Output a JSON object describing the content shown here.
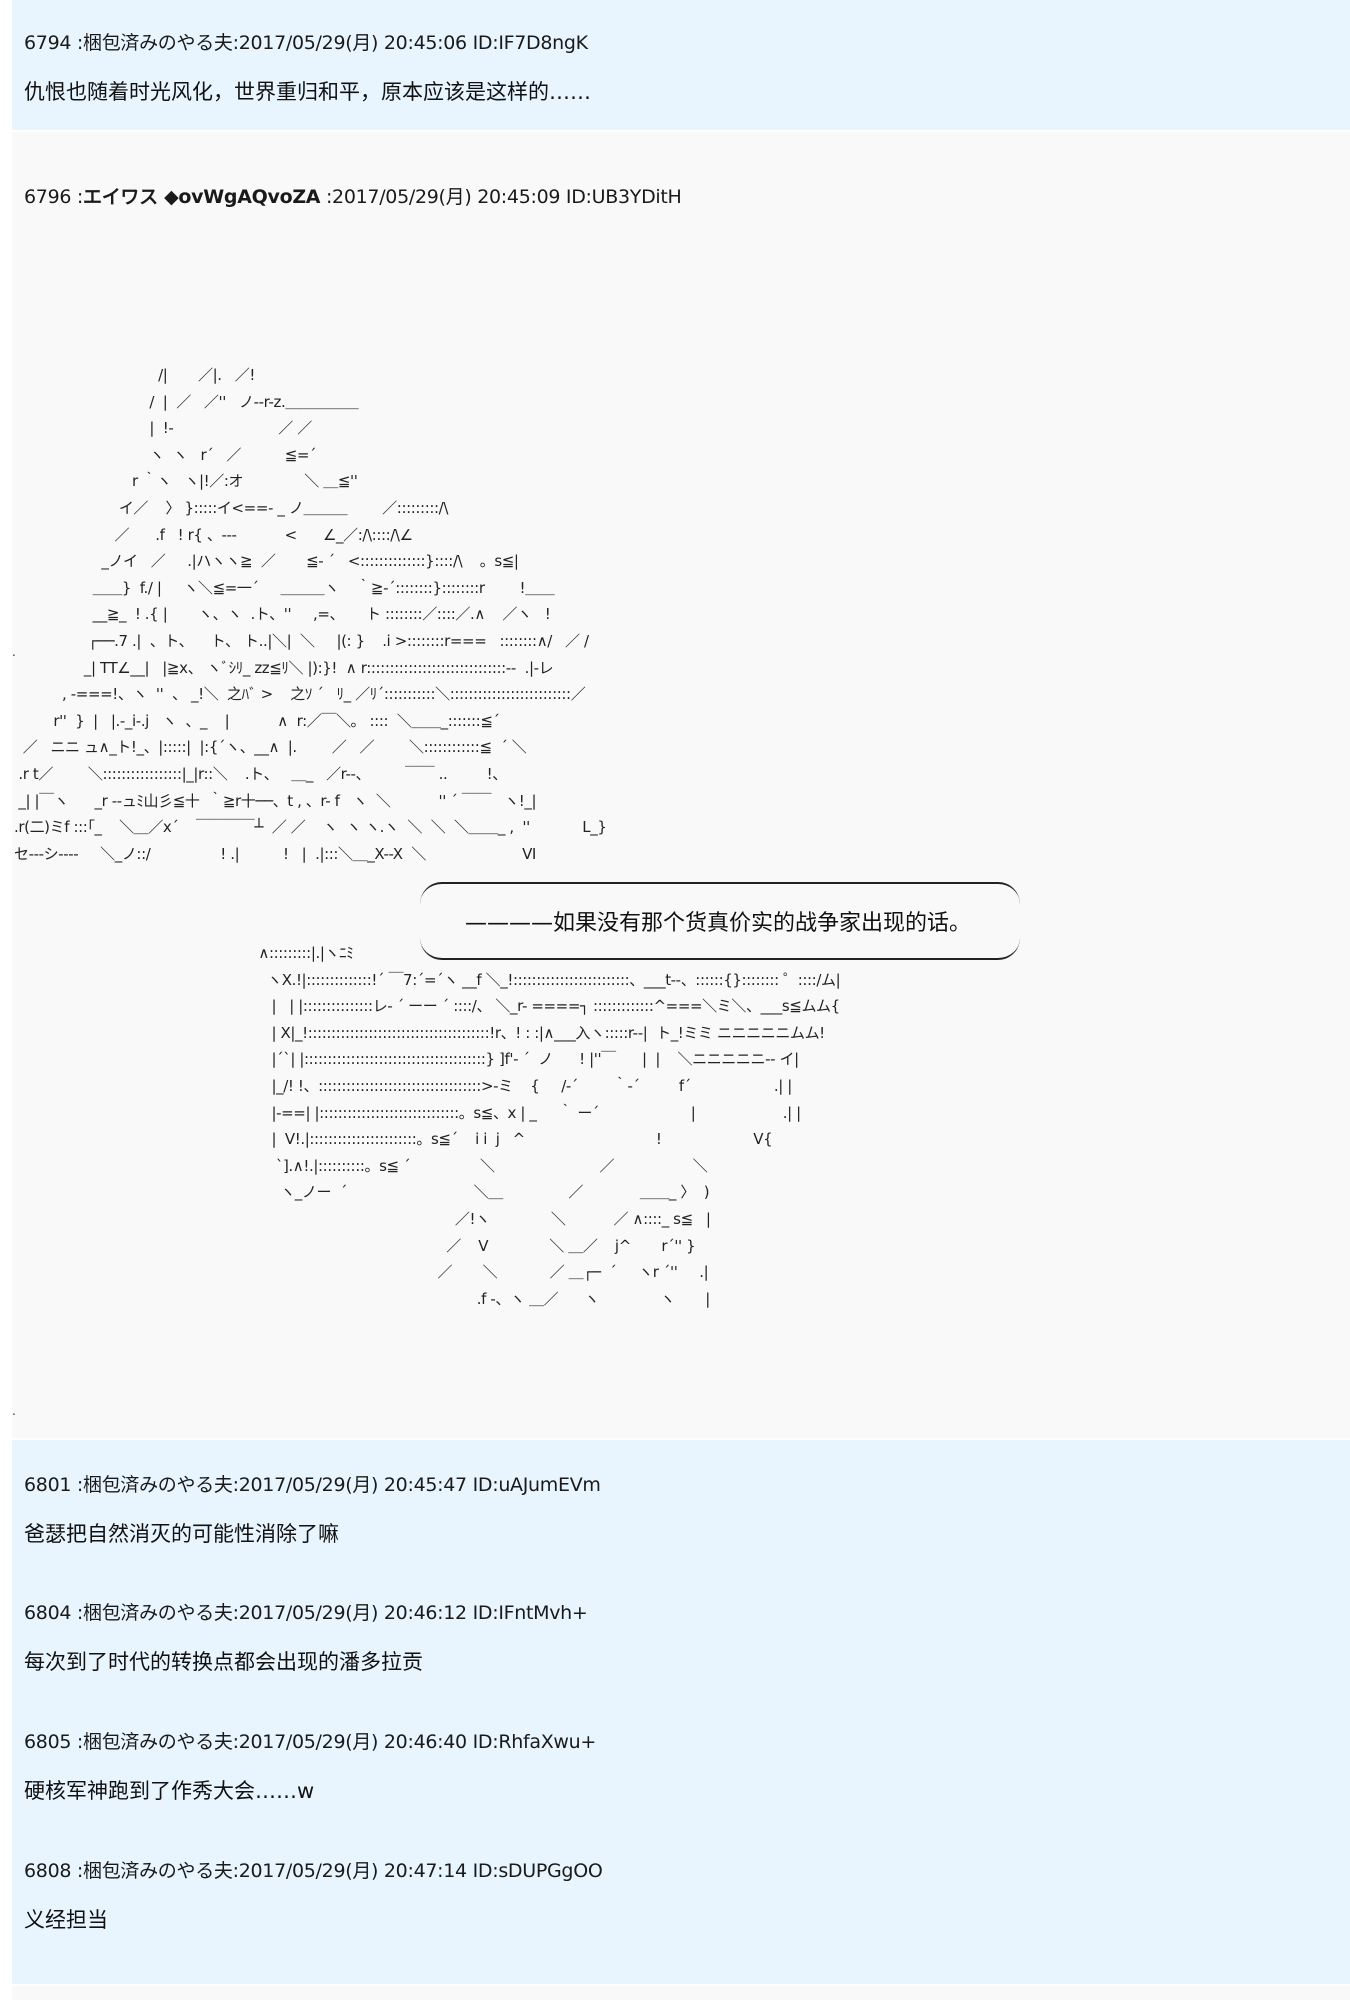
{
  "posts": [
    {
      "number": "6794",
      "name": "梱包済みのやる夫",
      "date": "2017/05/29(月) 20:45:06",
      "id": "ID:IF7D8ngK",
      "message": "仇恨也随着时光风化，世界重归和平，原本应该是这样的……"
    },
    {
      "number": "6796",
      "name": "エイワス ◆ovWgAQvoZA",
      "date": "2017/05/29(月) 20:45:09",
      "id": "ID:UB3YDitH",
      "message": "",
      "speech_bubble": "————如果没有那个货真价实的战争家出现的话。"
    },
    {
      "number": "6801",
      "name": "梱包済みのやる夫",
      "date": "2017/05/29(月) 20:45:47",
      "id": "ID:uAJumEVm",
      "message": "爸瑟把自然消灭的可能性消除了嘛"
    },
    {
      "number": "6804",
      "name": "梱包済みのやる夫",
      "date": "2017/05/29(月) 20:46:12",
      "id": "ID:IFntMvh+",
      "message": "每次到了时代的转换点都会出现的潘多拉贡"
    },
    {
      "number": "6805",
      "name": "梱包済みのやる夫",
      "date": "2017/05/29(月) 20:46:40",
      "id": "ID:RhfaXwu+",
      "message": "硬核军神跑到了作秀大会……w"
    },
    {
      "number": "6808",
      "name": "梱包済みのやる夫",
      "date": "2017/05/29(月) 20:47:14",
      "id": "ID:sDUPGgOO",
      "message": "义经担当"
    }
  ],
  "separator": " :",
  "ascii_art": {
    "upper": "                                 /|       ／|.   ／!\n                               /  |  ／   ／''   ノ--r-z.＿＿＿＿＿\n                               |  !-                        ／ ／\n                               ヽ  ヽ   r´   ／          ≦=´\n                           r ｀ヽ   ヽ|!／:オ              ＼ ＿≦''\n                        イ／    〉 }:::::イ<==- _ ノ＿＿＿        ／:::::::::/\\\n                       ／      .f   ! r{ 、---           <      ∠_／:/\\::::/\\∠\n                    _ノイ   ／     .|ハヽヽ≧  ／       ≦- ´   <::::::::::::::}::::/\\    。s≦|\n                  ＿＿}  f./ |     ヽ＼≦=一´     ＿＿＿ヽ    ｀≧-´::::::::}::::::::r        !＿＿\n                  __≧_  ! .{ |       ヽ、ヽ  .ト、''     ,=、     ト ::::::::／::::／.∧    ／ヽ   !\n                 ┌──.7 .|  、ト、    ト、 ト..|＼|  ＼     |(: }    .i >::::::::r===   ::::::::∧/   ／ /\n                _| TT∠__|   |≧x、 ヽﾞｼﾘ_ zz≦ﾘ＼ |):}!  ∧ r::::::::::::::::::::::::::::::--  .|-レ\n           , -===!、ヽ  ''  、 _!＼  之ﾊﾞ >    之ｿ ´   ﾘ_ ／ﾘ´:::::::::::＼::::::::::::::::::::::::::／\n         r''  }  |   |.-_i-.j   ヽ  、_    |           ∧  r:／￣＼。 ::::  ＼＿＿_:::::::≦´\n  ／   ニニ ュ∧_ト!_、|:::::|  |:{´ヽ、__∧  |.        ／   ／        ＼::::::::::::≦  ´ ＼\n .r t／        ＼:::::::::::::::::|_|r::＼    .ト、   ＿_   ／r--、        ￣￣ ..         !、\n _| |￣ヽ      _r --ュﾐ山彡≦十  ｀≧r十──、t , 、r- f   ヽ  ＼           '' ´ ￣￣   ヽ!_|\n.r(二)ミf :::｢_    ＼＿／x´    ￣￣￣￣┴  ／ ／    ヽ  ヽ ヽ.ヽ  ＼  ＼  ＼＿＿_ ,  ''            L_}\nセ---シ----     ＼_ノ::/                ! .|          !   |  .|:::＼＿_X--X  ＼                      VI",
    "lower": " ∧:::::::::|.|ヽﾆﾐ\n   ヽX.!|::::::::::::::!´ ￣7:´=´ヽ __f ＼_!:::::::::::::::::::::::::、___t--、::::::{}:::::::: ゜::::/ム|\n    |   | |:::::::::::::::レ- ´ ーー ´ ::::/、 ＼_r- ====┐ :::::::::::::^===＼ミ＼、___s≦ムム{\n    | X|_!:::::::::::::::::::::::::::::::::::::::!r、! : :|∧___入ヽ:::::r--|  ト_!ミミ ニニニニニムム!\n    |´`| |:::::::::::::::::::::::::::::::::::::::} ]f'- ´  ノ      ! |''￣      |  |    ＼ニニニニニ-- イ|\n    |_/! !、:::::::::::::::::::::::::::::::::::>-ミ    {     /-´        ｀-´         f´                   .| |\n    |-==| |::::::::::::::::::::::::::::::。s≦、x | _     ｀ ー´                     |                    .| |\n    |  V!.|:::::::::::::::::::::::。s≦´    i i  j   ^                              !                     V{\n     `].∧!.|::::::::::。s≦ ´                ＼                        ／                  ＼\n      ヽ_ノー  ´                             ＼＿               ／             ＿＿_ 〉  )\n                                              ／!ヽ              ＼           ／ ∧::::_ s≦   |\n                                            ／    V              ＼ ＿／    j^       r´'' }\n                                          ／       ＼            ／ ＿┌─  ´     ヽr ´''     .|\n                                                   .f -、ヽ ＿／      ヽ              ヽ       |"
  }
}
